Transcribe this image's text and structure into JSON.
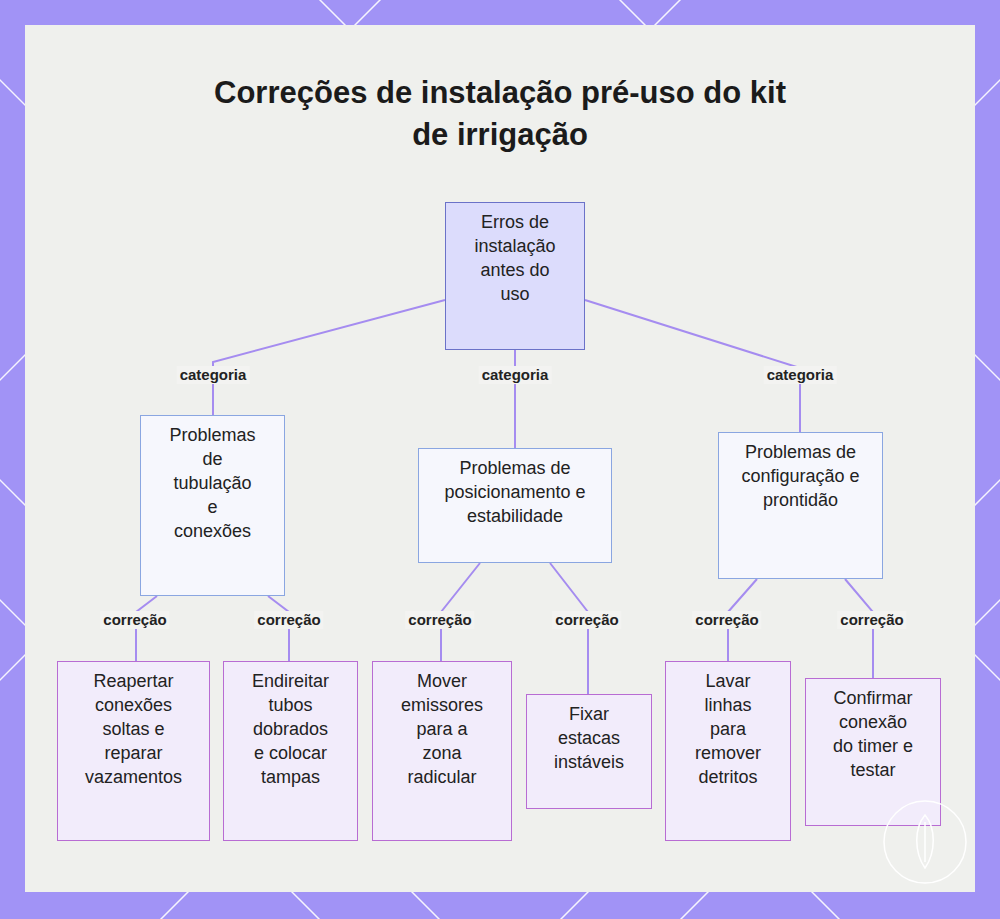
{
  "diagram": {
    "title": "Correções de instalação pré-uso do kit de irrigação",
    "nodes": [
      {
        "text": [
          "Erros de instalação antes do uso"
        ]
      },
      {
        "text": [
          "Problemas de tubulação e conexões"
        ]
      },
      {
        "text": [
          "Problemas de posicionamento e estabilidade"
        ]
      },
      {
        "text": [
          "Problemas de configuração e prontidão"
        ]
      },
      {
        "text": [
          "Reapertar conexões soltas e reparar vazamentos"
        ]
      },
      {
        "text": [
          "Endireitar tubos dobrados e colocar tampas"
        ]
      },
      {
        "text": [
          "Mover emissores para a zona radicular"
        ]
      },
      {
        "text": [
          "Fixar estacas instáveis"
        ]
      },
      {
        "text": [
          "Lavar linhas para remover detritos"
        ]
      },
      {
        "text": [
          "Confirmar conexão do timer e testar"
        ]
      }
    ],
    "edges": [
      {
        "from": 0,
        "to": 1,
        "arrow": "none",
        "label": "categoria"
      },
      {
        "from": 0,
        "to": 2,
        "arrow": "none",
        "label": "categoria"
      },
      {
        "from": 0,
        "to": 3,
        "arrow": "none",
        "label": "categoria"
      },
      {
        "from": 1,
        "to": 4,
        "arrow": "none",
        "label": "correção"
      },
      {
        "from": 1,
        "to": 5,
        "arrow": "none",
        "label": "correção"
      },
      {
        "from": 2,
        "to": 6,
        "arrow": "none",
        "label": "correção"
      },
      {
        "from": 2,
        "to": 7,
        "arrow": "none",
        "label": "correção"
      },
      {
        "from": 3,
        "to": 8,
        "arrow": "none",
        "label": "correção"
      },
      {
        "from": 3,
        "to": 9,
        "arrow": "none",
        "label": "correção"
      }
    ]
  }
}
